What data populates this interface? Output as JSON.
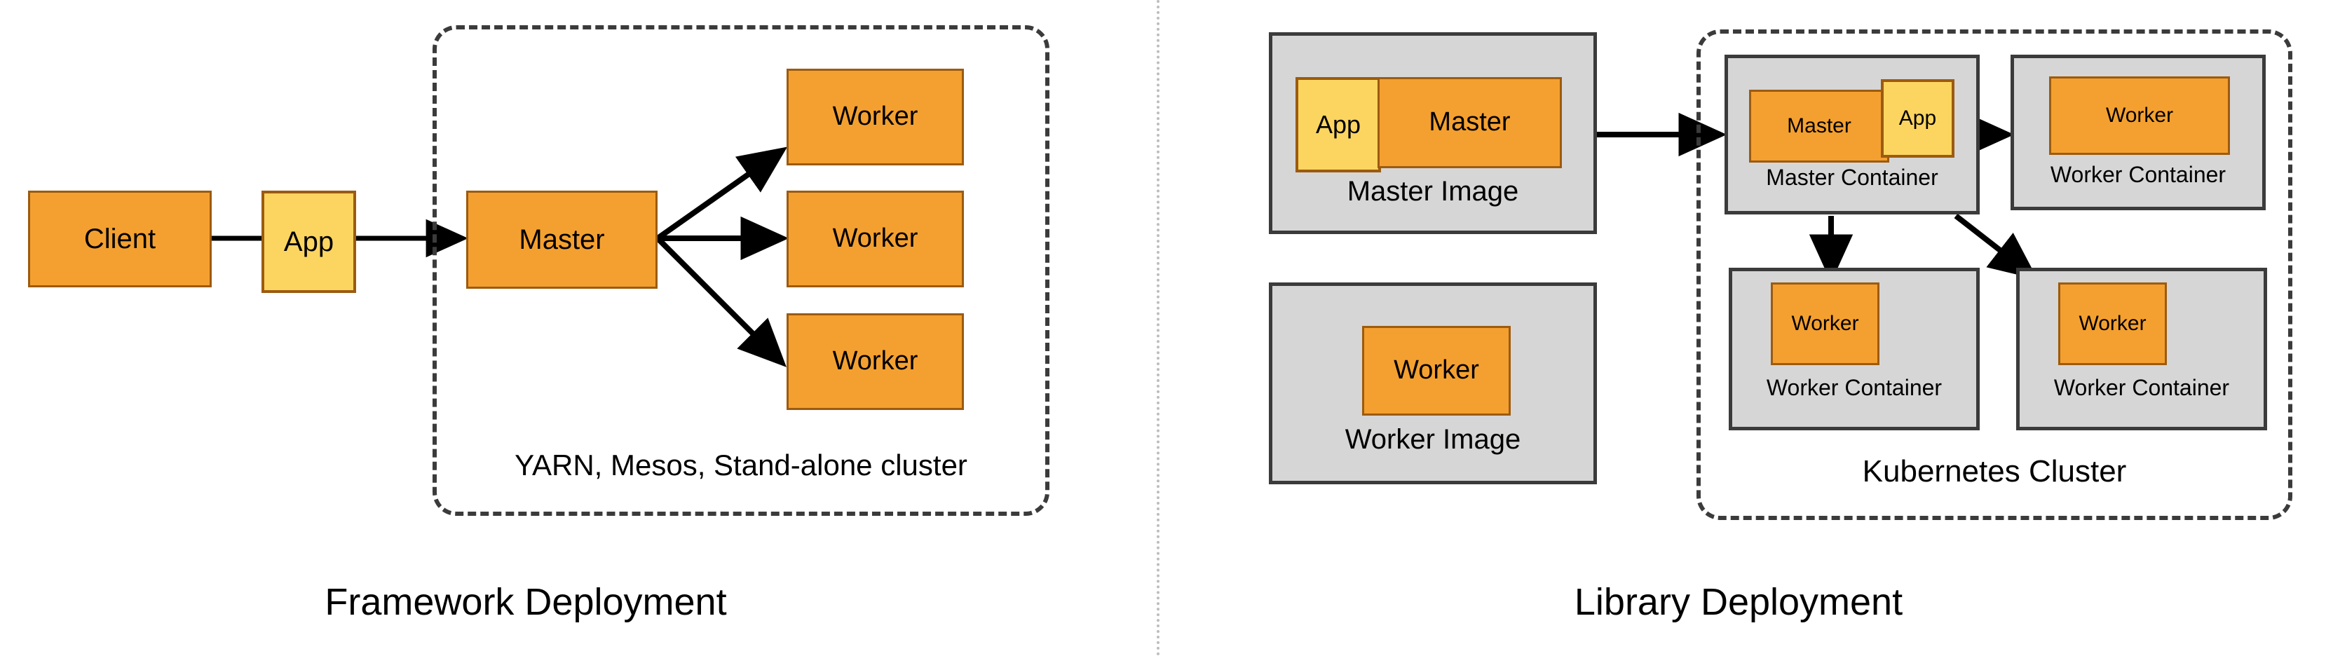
{
  "figure": {
    "title_left": "Framework Deployment",
    "title_right": "Library Deployment"
  },
  "left_panel": {
    "client": {
      "label": "Client"
    },
    "app_note": {
      "label": "App"
    },
    "master": {
      "label": "Master"
    },
    "workers": [
      {
        "label": "Worker"
      },
      {
        "label": "Worker"
      },
      {
        "label": "Worker"
      }
    ],
    "cluster": {
      "label": "YARN, Mesos, Stand-alone cluster"
    },
    "caption": "Framework Deployment"
  },
  "right_panel": {
    "images": [
      {
        "caption": "Master Image",
        "app_note": {
          "label": "App"
        },
        "process": {
          "label": "Master"
        }
      },
      {
        "caption": "Worker Image",
        "process": {
          "label": "Worker"
        }
      }
    ],
    "cluster": {
      "label": "Kubernetes Cluster"
    },
    "containers": [
      {
        "caption": "Master Container",
        "process": {
          "label": "Master"
        },
        "app_note": {
          "label": "App"
        }
      },
      {
        "caption": "Worker Container",
        "process": {
          "label": "Worker"
        }
      },
      {
        "caption": "Worker Container",
        "process": {
          "label": "Worker"
        }
      },
      {
        "caption": "Worker Container",
        "process": {
          "label": "Worker"
        }
      }
    ],
    "caption": "Library Deployment"
  },
  "colors": {
    "process_fill": "#F4A030",
    "process_stroke": "#9C5B10",
    "note_fill": "#FCD560",
    "image_fill": "#D6D6D6",
    "image_stroke": "#3B3B3B",
    "dashed_stroke": "#3B3B3B",
    "arrow": "#000000",
    "divider": "#BDBDBD",
    "background": "#FFFFFF"
  }
}
